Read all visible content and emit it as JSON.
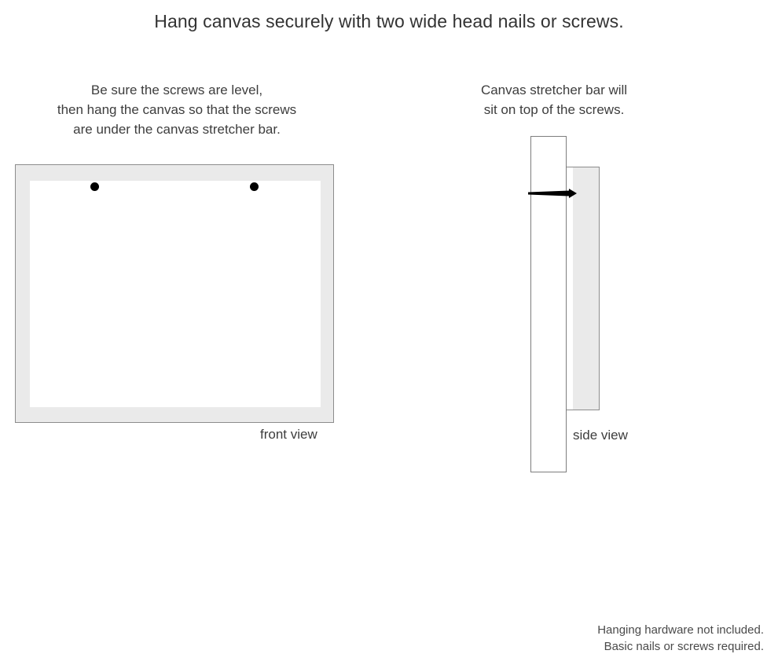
{
  "title": "Hang canvas securely with two wide head nails or screws.",
  "instructions": {
    "left": {
      "line1": "Be sure the screws are level,",
      "line2": "then hang the canvas so that the screws",
      "line3": "are under the canvas stretcher bar."
    },
    "right": {
      "line1": "Canvas stretcher bar will",
      "line2": "sit on top of the screws."
    }
  },
  "diagrams": {
    "front": {
      "caption": "front view",
      "frame_color": "#eaeaea",
      "border_color": "#8c8c8c",
      "mat_color": "#ffffff",
      "screws": [
        {
          "name": "screw-left"
        },
        {
          "name": "screw-right"
        }
      ]
    },
    "side": {
      "caption": "side view",
      "stretcher_bar_color": "#ffffff",
      "canvas_color": "#eaeaea",
      "nail_color": "#000000"
    }
  },
  "footer": {
    "line1": "Hanging hardware not included.",
    "line2": "Basic nails or screws required."
  }
}
